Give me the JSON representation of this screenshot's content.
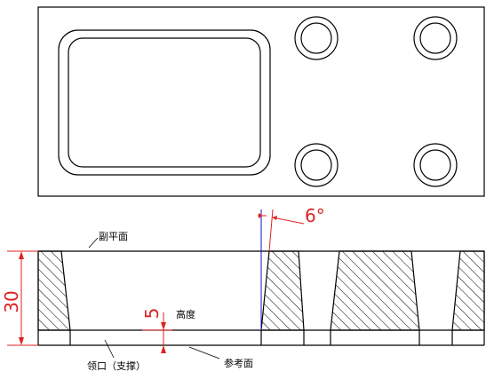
{
  "labels": {
    "secondary_plane": "副平面",
    "height": "高度",
    "neck_support": "领口（支撑）",
    "reference_plane": "参考面"
  },
  "dimensions": {
    "angle": "6°",
    "depth": "5",
    "thickness": "30"
  },
  "colors": {
    "line": "#000000",
    "dimension": "#d22222",
    "blue_line": "#1010c0"
  }
}
